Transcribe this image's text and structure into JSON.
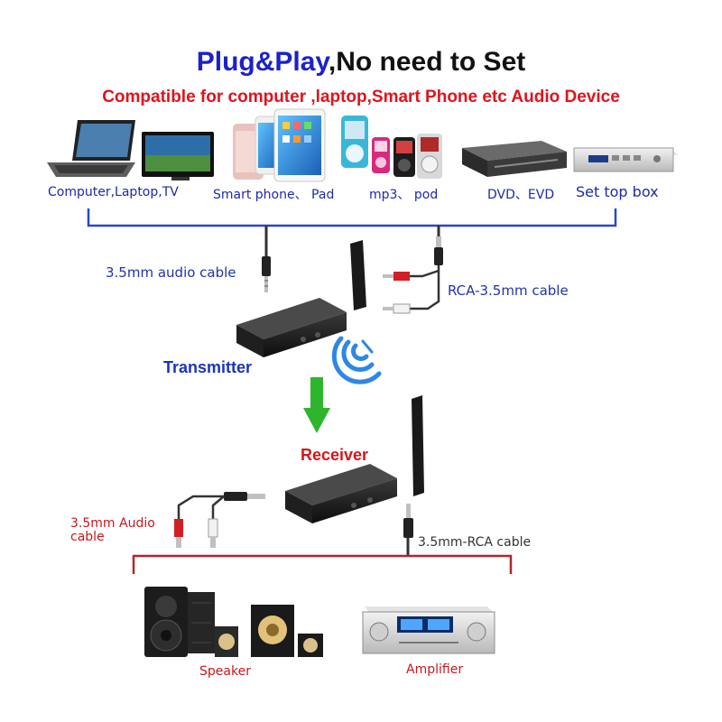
{
  "header": {
    "title_part1": "Plug&Play",
    "title_part2": ",No need to Set",
    "subtitle": "Compatible for computer ,laptop,Smart Phone etc Audio Device"
  },
  "sources": [
    {
      "label": "Computer,Laptop,TV",
      "icon": "computer-laptop-tv-icon"
    },
    {
      "label": "Smart phone、 Pad",
      "icon": "smart-phone-pad-icon"
    },
    {
      "label": "mp3、 pod",
      "icon": "mp3-pod-icon"
    },
    {
      "label": "DVD、EVD",
      "icon": "dvd-player-icon"
    },
    {
      "label": "Set top box",
      "icon": "set-top-box-icon"
    }
  ],
  "transmitter": {
    "label": "Transmitter",
    "cable_left": "3.5mm audio cable",
    "cable_right": "RCA-3.5mm cable"
  },
  "receiver": {
    "label": "Receiver",
    "cable_left_line1": "3.5mm Audio",
    "cable_left_line2": "cable",
    "cable_right": "3.5mm-RCA cable"
  },
  "outputs": [
    {
      "label": "Speaker",
      "icon": "speaker-icon"
    },
    {
      "label": "Amplifier",
      "icon": "amplifier-icon"
    }
  ],
  "colors": {
    "title_blue": "#1b22c8",
    "subtitle_red": "#e1121d",
    "bracket_blue": "#2a46c9",
    "bracket_red": "#b3242a",
    "arrow_green": "#2db52d",
    "wifi_blue": "#2f86e6"
  }
}
